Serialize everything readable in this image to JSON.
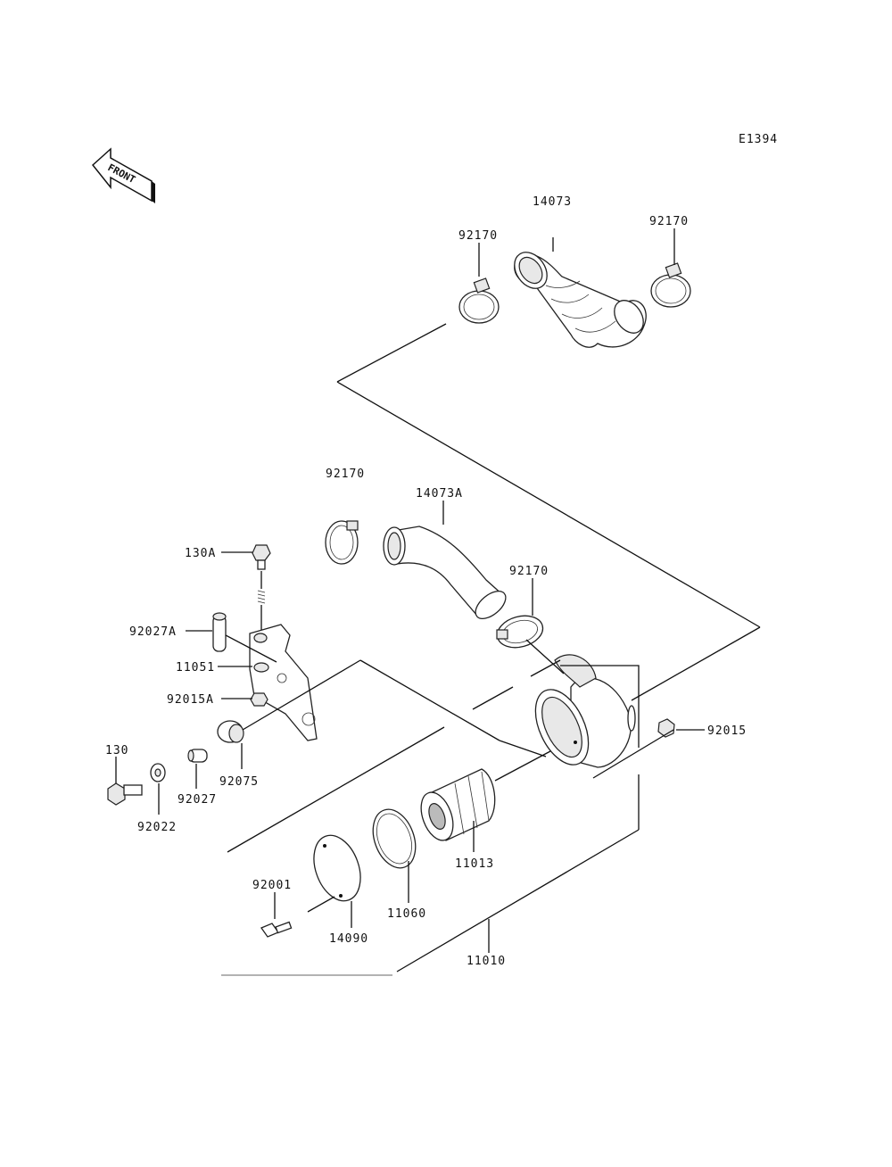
{
  "diagram": {
    "code": "E1394",
    "front_arrow": "FRONT",
    "parts": [
      {
        "id": "p14073",
        "label": "14073"
      },
      {
        "id": "p92170a",
        "label": "92170"
      },
      {
        "id": "p92170b",
        "label": "92170"
      },
      {
        "id": "p92170c",
        "label": "92170"
      },
      {
        "id": "p14073a",
        "label": "14073A"
      },
      {
        "id": "p92170d",
        "label": "92170"
      },
      {
        "id": "p130a",
        "label": "130A"
      },
      {
        "id": "p92027a",
        "label": "92027A"
      },
      {
        "id": "p11051",
        "label": "11051"
      },
      {
        "id": "p92015a",
        "label": "92015A"
      },
      {
        "id": "p92015",
        "label": "92015"
      },
      {
        "id": "p130",
        "label": "130"
      },
      {
        "id": "p92075",
        "label": "92075"
      },
      {
        "id": "p92027",
        "label": "92027"
      },
      {
        "id": "p92022",
        "label": "92022"
      },
      {
        "id": "p11013",
        "label": "11013"
      },
      {
        "id": "p92001",
        "label": "92001"
      },
      {
        "id": "p11060",
        "label": "11060"
      },
      {
        "id": "p14090",
        "label": "14090"
      },
      {
        "id": "p11010",
        "label": "11010"
      }
    ]
  }
}
